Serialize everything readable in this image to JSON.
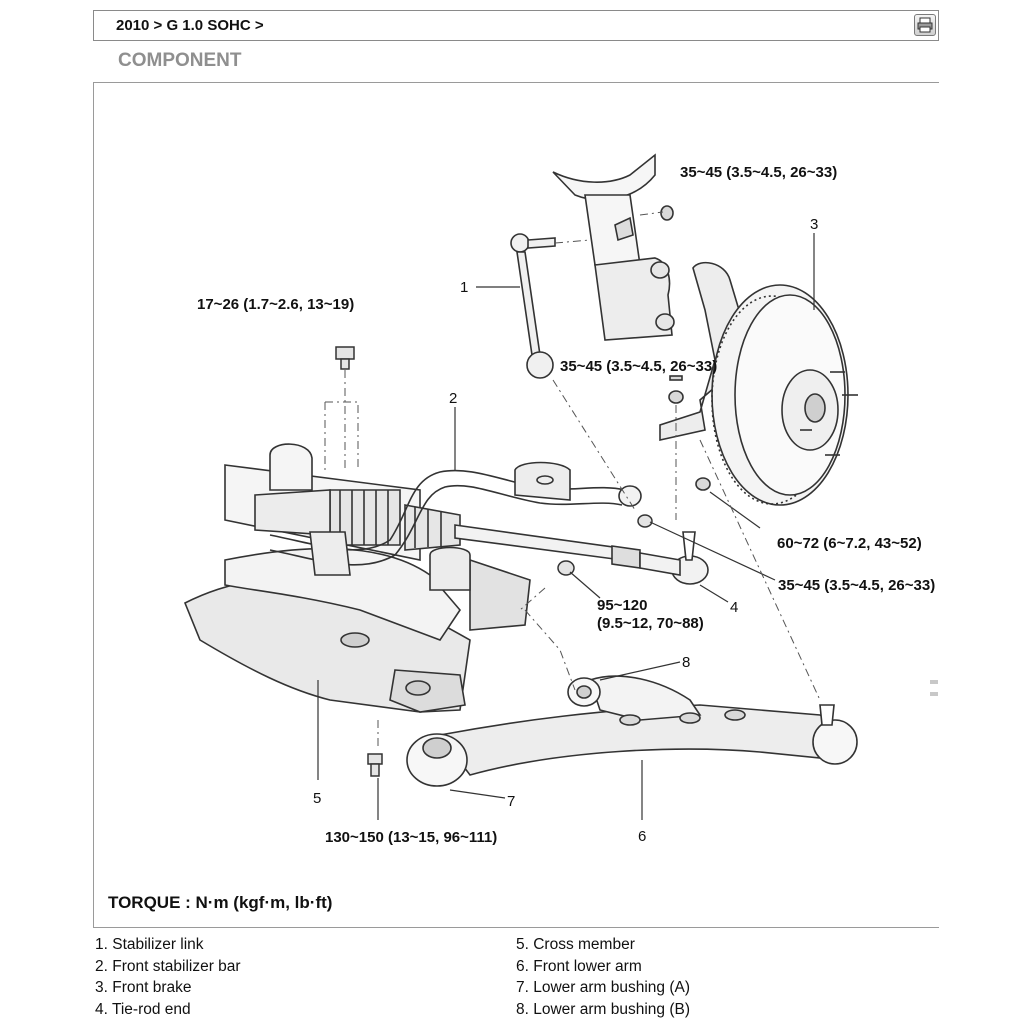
{
  "header": {
    "breadcrumb": "2010 > G 1.0 SOHC >",
    "print_icon": "printer-icon"
  },
  "section": {
    "title": "COMPONENT"
  },
  "diagram": {
    "part_numbers": {
      "p1": "1",
      "p2": "2",
      "p3": "3",
      "p4": "4",
      "p5": "5",
      "p6": "6",
      "p7": "7",
      "p8": "8"
    },
    "torque_callouts": {
      "strut_nut": "35~45 (3.5~4.5, 26~33)",
      "rack_bolt": "17~26 (1.7~2.6, 13~19)",
      "link_lower_nut": "35~45 (3.5~4.5, 26~33)",
      "balljoint_nut": "60~72 (6~7.2, 43~52)",
      "tierod_nut": "35~45 (3.5~4.5, 26~33)",
      "bushing_bolt_line1": "95~120",
      "bushing_bolt_line2": "(9.5~12, 70~88)",
      "crossmember_bolt": "130~150 (13~15, 96~111)"
    }
  },
  "torque_note": "TORQUE : N·m (kgf·m, lb·ft)",
  "legend": {
    "left": [
      "1.  Stabilizer link",
      "2.  Front stabilizer bar",
      "3.  Front brake",
      "4.  Tie-rod end"
    ],
    "right": [
      "5.  Cross member",
      "6.  Front lower arm",
      "7.  Lower arm bushing (A)",
      "8.  Lower arm bushing (B)"
    ]
  }
}
